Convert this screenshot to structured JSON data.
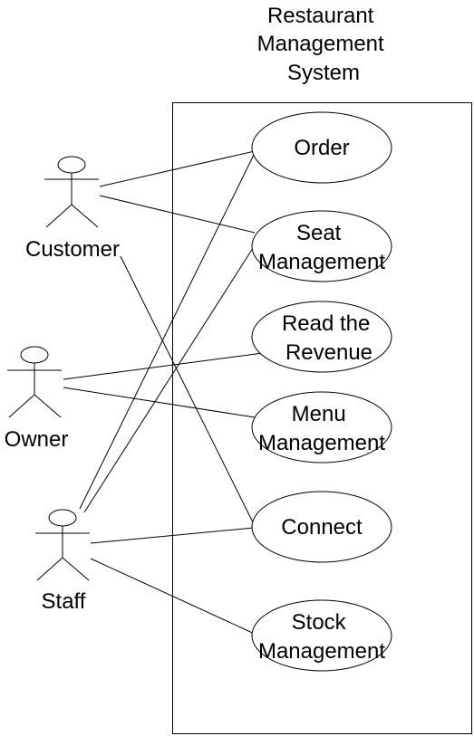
{
  "system": {
    "title_lines": [
      "Restaurant",
      "Management",
      "System"
    ]
  },
  "actors": {
    "customer": "Customer",
    "owner": "Owner",
    "staff": "Staff"
  },
  "use_cases": {
    "order": [
      "Order"
    ],
    "seat_management": [
      "Seat",
      "Management"
    ],
    "read_revenue": [
      "Read the",
      "Revenue"
    ],
    "menu_management": [
      "Menu",
      "Management"
    ],
    "connect": [
      "Connect"
    ],
    "stock_management": [
      "Stock",
      "Management"
    ]
  },
  "associations": [
    {
      "actor": "customer",
      "use_case": "order"
    },
    {
      "actor": "customer",
      "use_case": "seat_management"
    },
    {
      "actor": "customer",
      "use_case": "connect"
    },
    {
      "actor": "owner",
      "use_case": "read_revenue"
    },
    {
      "actor": "owner",
      "use_case": "menu_management"
    },
    {
      "actor": "staff",
      "use_case": "order"
    },
    {
      "actor": "staff",
      "use_case": "seat_management"
    },
    {
      "actor": "staff",
      "use_case": "connect"
    },
    {
      "actor": "staff",
      "use_case": "stock_management"
    }
  ]
}
